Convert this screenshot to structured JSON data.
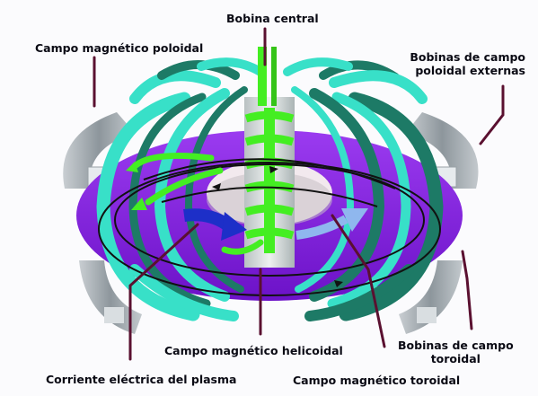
{
  "labels": {
    "central_coil": "Bobina central",
    "poloidal_field": "Campo magnético poloidal",
    "outer_poloidal_line1": "Bobinas de campo",
    "outer_poloidal_line2": "poloidal externas",
    "helical_field": "Campo magnético helicoidal",
    "toroidal_coils_line1": "Bobinas de campo",
    "toroidal_coils_line2": "toroidal",
    "plasma_current": "Corriente eléctrica del plasma",
    "toroidal_field": "Campo magnético toroidal"
  },
  "colors": {
    "plasma": "#8a2ee0",
    "plasma_dark": "#6a16c4",
    "coil_cyan": "#38e0c8",
    "coil_teal": "#1d7a66",
    "central_green": "#44ee22",
    "poloidal_ring": "#9aa3a8",
    "leader": "#5a1030",
    "blue_arrow": "#1d2fc8",
    "light_blue_arrow": "#8fb7ee"
  }
}
